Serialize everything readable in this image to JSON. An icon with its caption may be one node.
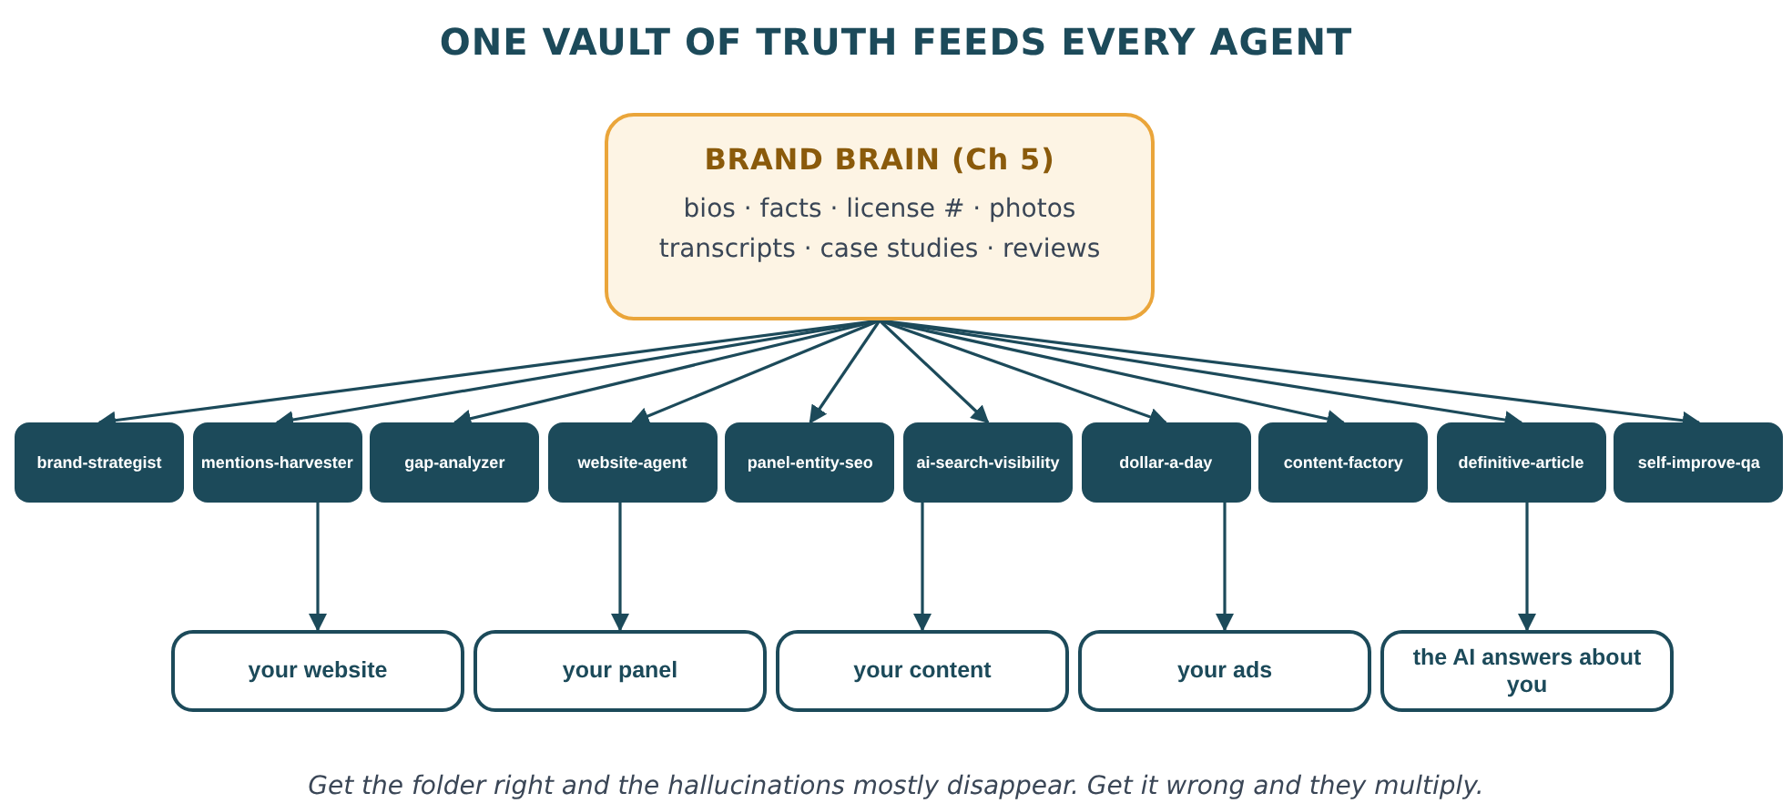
{
  "diagram": {
    "title": "ONE VAULT OF TRUTH FEEDS EVERY AGENT",
    "caption": "Get the folder right and the hallucinations mostly disappear. Get it wrong and they multiply.",
    "nodes": [
      {
        "text": [
          "BRAND BRAIN (Ch 5)",
          "bios · facts · license # · photos transcripts · case studies · reviews"
        ]
      },
      {
        "text": [
          "brand-strategist"
        ]
      },
      {
        "text": [
          "mentions-harvester"
        ]
      },
      {
        "text": [
          "gap-analyzer"
        ]
      },
      {
        "text": [
          "website-agent"
        ]
      },
      {
        "text": [
          "panel-entity-seo"
        ]
      },
      {
        "text": [
          "ai-search-visibility"
        ]
      },
      {
        "text": [
          "dollar-a-day"
        ]
      },
      {
        "text": [
          "content-factory"
        ]
      },
      {
        "text": [
          "definitive-article"
        ]
      },
      {
        "text": [
          "self-improve-qa"
        ]
      },
      {
        "text": [
          "your website"
        ]
      },
      {
        "text": [
          "your panel"
        ]
      },
      {
        "text": [
          "your content"
        ]
      },
      {
        "text": [
          "your ads"
        ]
      },
      {
        "text": [
          "the AI answers about you"
        ]
      }
    ],
    "edges": [
      {
        "from": 0,
        "to": 1,
        "arrow": "to"
      },
      {
        "from": 0,
        "to": 2,
        "arrow": "to"
      },
      {
        "from": 0,
        "to": 3,
        "arrow": "to"
      },
      {
        "from": 0,
        "to": 4,
        "arrow": "to"
      },
      {
        "from": 0,
        "to": 5,
        "arrow": "to"
      },
      {
        "from": 0,
        "to": 6,
        "arrow": "to"
      },
      {
        "from": 0,
        "to": 7,
        "arrow": "to"
      },
      {
        "from": 0,
        "to": 8,
        "arrow": "to"
      },
      {
        "from": 0,
        "to": 9,
        "arrow": "to"
      },
      {
        "from": 0,
        "to": 10,
        "arrow": "to"
      },
      {
        "from": 2,
        "to": 11,
        "arrow": "to"
      },
      {
        "from": 4,
        "to": 12,
        "arrow": "to"
      },
      {
        "from": 6,
        "to": 13,
        "arrow": "to"
      },
      {
        "from": 7,
        "to": 14,
        "arrow": "to"
      },
      {
        "from": 9,
        "to": 15,
        "arrow": "to"
      }
    ]
  }
}
